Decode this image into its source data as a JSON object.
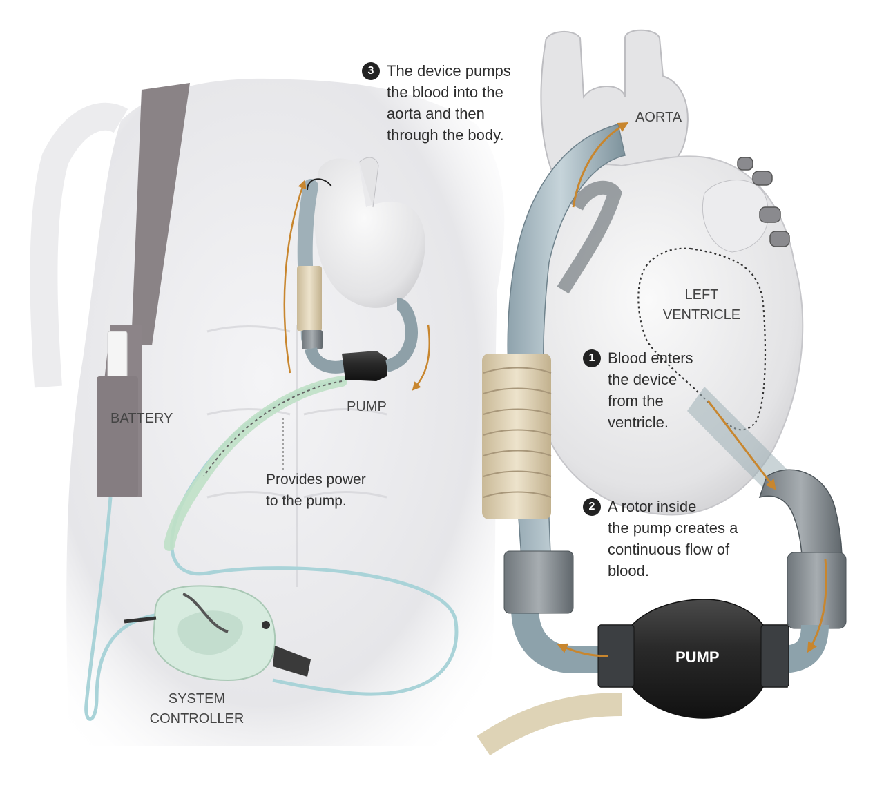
{
  "labels": {
    "battery": "BATTERY",
    "pump_small": "PUMP",
    "system_controller": [
      "SYSTEM",
      "CONTROLLER"
    ],
    "power_note": [
      "Provides power",
      "to the pump."
    ],
    "aorta": "AORTA",
    "left_ventricle": [
      "LEFT",
      "VENTRICLE"
    ],
    "pump_large": "PUMP"
  },
  "steps": [
    {
      "number": "1",
      "lines": [
        "Blood enters",
        "the device",
        "from the",
        "ventricle."
      ]
    },
    {
      "number": "2",
      "lines": [
        "A rotor inside",
        "the pump creates a",
        "continuous flow of",
        "blood."
      ]
    },
    {
      "number": "3",
      "lines": [
        "The device pumps",
        "the blood into the",
        "aorta and then",
        "through the body."
      ]
    }
  ],
  "colors": {
    "flow_arrow": "#c8862e",
    "pump_body": "#2b2b2b",
    "cable": "#b7dde0",
    "torso": "#e8e8ea"
  }
}
